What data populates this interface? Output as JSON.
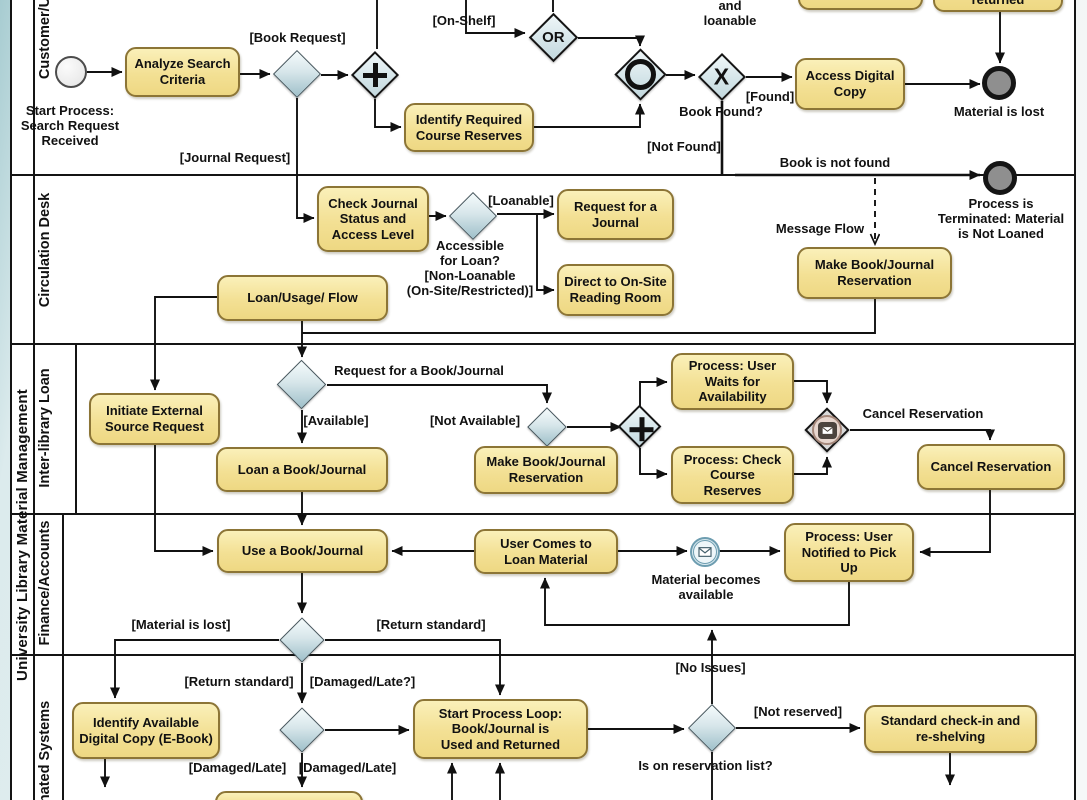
{
  "pool": {
    "label": "University Library Material Management"
  },
  "lanes": {
    "customer": "Customer/U",
    "circulation": "Circulation Desk",
    "interlibrary": "Inter-library Loan",
    "finance": "Finance/Accounts",
    "automated": "nated Systems"
  },
  "colors": {
    "task_fill": "#f3e094",
    "task_border": "#8c7536",
    "gateway_fill": "#d7e6ea",
    "flow_line": "#111111",
    "end_event_fill": "#8f8f8f"
  },
  "tasks": {
    "analyze": [
      "Analyze Search",
      "Criteria"
    ],
    "identify_reserves": [
      "Identify Required",
      "Course Reserves"
    ],
    "access_digital": [
      "Access Digital",
      "Copy"
    ],
    "top_partial": "returned",
    "check_journal": [
      "Check Journal",
      "Status and",
      "Access Level"
    ],
    "request_journal": [
      "Request for a",
      "Journal"
    ],
    "direct_onsite": [
      "Direct to On-Site",
      "Reading Room"
    ],
    "loan_usage": "Loan/Usage/ Flow",
    "make_reservation_cd": [
      "Make Book/Journal",
      "Reservation"
    ],
    "initiate_external": [
      "Initiate External",
      "Source Request"
    ],
    "loan_book": "Loan a Book/Journal",
    "make_reservation_ill": [
      "Make Book/Journal",
      "Reservation"
    ],
    "process_waits": [
      "Process: User",
      "Waits for",
      "Availability"
    ],
    "process_check": [
      "Process: Check",
      "Course",
      "Reserves"
    ],
    "cancel_reservation": "Cancel Reservation",
    "use_book": "Use a Book/Journal",
    "user_comes": [
      "User Comes to",
      "Loan Material"
    ],
    "process_notified": [
      "Process: User",
      "Notified to Pick",
      "Up"
    ],
    "identify_ebook": [
      "Identify Available",
      "Digital Copy (E-Book)"
    ],
    "start_loop": [
      "Start Process Loop:",
      "Book/Journal is",
      "Used and Returned"
    ],
    "standard_checkin": [
      "Standard check-in and",
      "re-shelving"
    ]
  },
  "events": {
    "start": [
      "Start Process:",
      "Search Request",
      "Received"
    ],
    "material_lost": "Material is lost",
    "terminated": [
      "Process is",
      "Terminated: Material",
      "is Not Loaned"
    ],
    "material_becomes": [
      "Material becomes",
      "available"
    ]
  },
  "gateways": {
    "or": "OR",
    "xor": "X",
    "book_found": "Book Found?",
    "accessible": [
      "Accessible",
      "for Loan?",
      "[Non-Loanable",
      "(On-Site/Restricted)]"
    ],
    "is_on_reservation": "Is on reservation list?"
  },
  "flow_labels": {
    "book_request": "[Book Request]",
    "journal_request": "[Journal Request]",
    "on_shelf": "[On-Shelf]",
    "and_loanable": [
      "and",
      "loanable"
    ],
    "found": "[Found]",
    "not_found": "[Not Found]",
    "book_not_found": "Book is not found",
    "message_flow": "Message Flow",
    "loanable": "[Loanable]",
    "request_book_journal": "Request for a Book/Journal",
    "available": "[Available]",
    "not_available": "[Not Available]",
    "cancel_reservation": "Cancel Reservation",
    "no_issues": "[No Issues]",
    "material_is_lost": "[Material is lost]",
    "return_standard_right": "[Return standard]",
    "return_standard_down": "[Return standard]",
    "damaged_late_q": "[Damaged/Late?]",
    "damaged_late_left": "[Damaged/Late]",
    "damaged_late_right": "[Damaged/Late]",
    "not_reserved": "[Not reserved]"
  }
}
